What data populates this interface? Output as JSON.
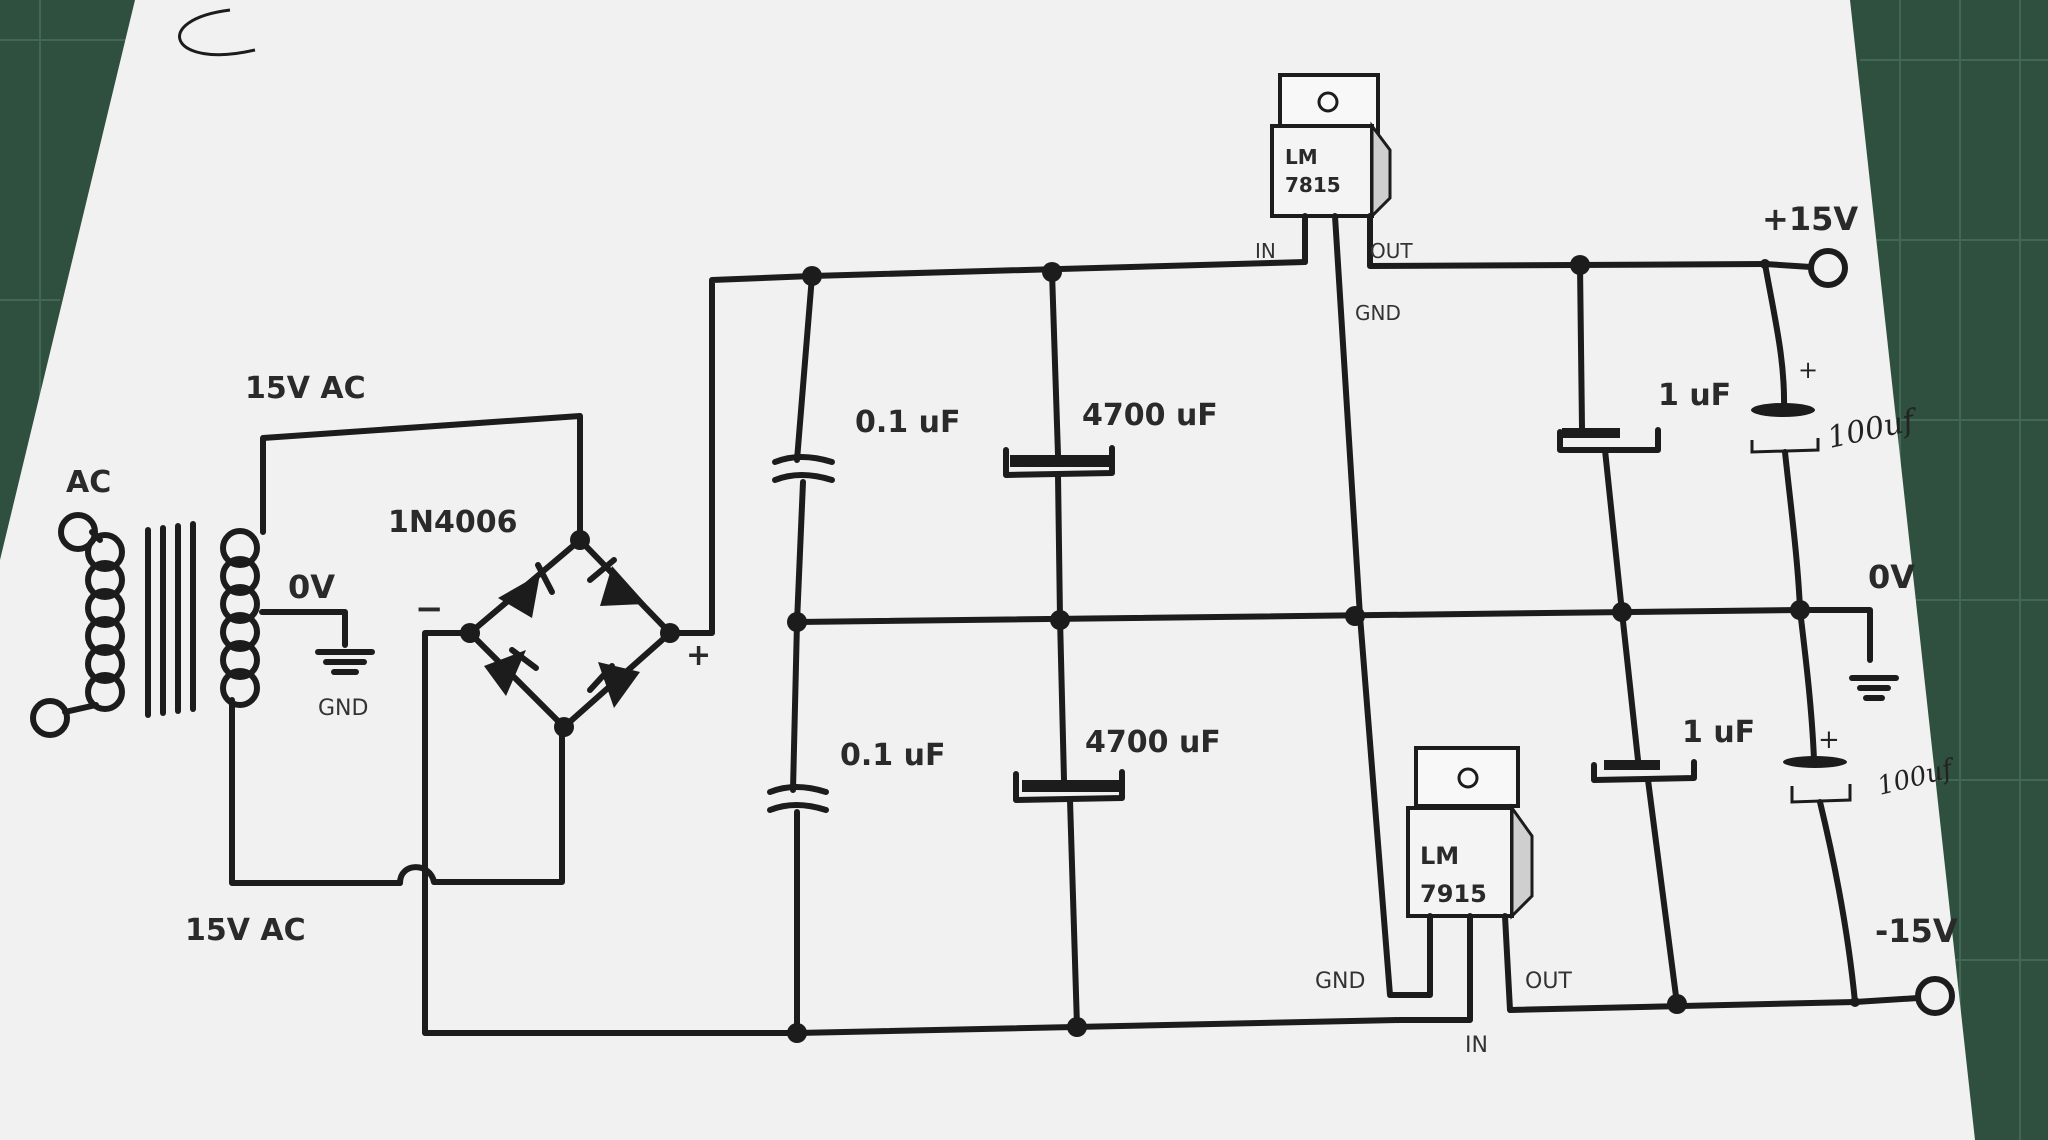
{
  "labels": {
    "ac_input": "AC",
    "secondary_top": "15V AC",
    "secondary_bottom": "15V AC",
    "center_tap": "0V",
    "gnd_left": "GND",
    "rectifier": "1N4006",
    "rect_minus": "−",
    "rect_plus": "+",
    "cap_top_small": "0.1 uF",
    "cap_top_large": "4700 uF",
    "cap_bottom_small": "0.1 uF",
    "cap_bottom_large": "4700 uF",
    "cap_out_top": "1 uF",
    "cap_out_bottom": "1 uF",
    "hand_cap_top": "100uf",
    "hand_cap_bottom": "100uf",
    "hand_plus": "+",
    "out_positive": "+15V",
    "out_zero": "0V",
    "out_negative": "-15V"
  },
  "regulator_pos": {
    "line1": "LM",
    "line2": "7815",
    "pin_in": "IN",
    "pin_out": "OUT",
    "pin_gnd": "GND"
  },
  "regulator_neg": {
    "line1": "LM",
    "line2": "7915",
    "pin_in": "IN",
    "pin_out": "OUT",
    "pin_gnd": "GND"
  }
}
